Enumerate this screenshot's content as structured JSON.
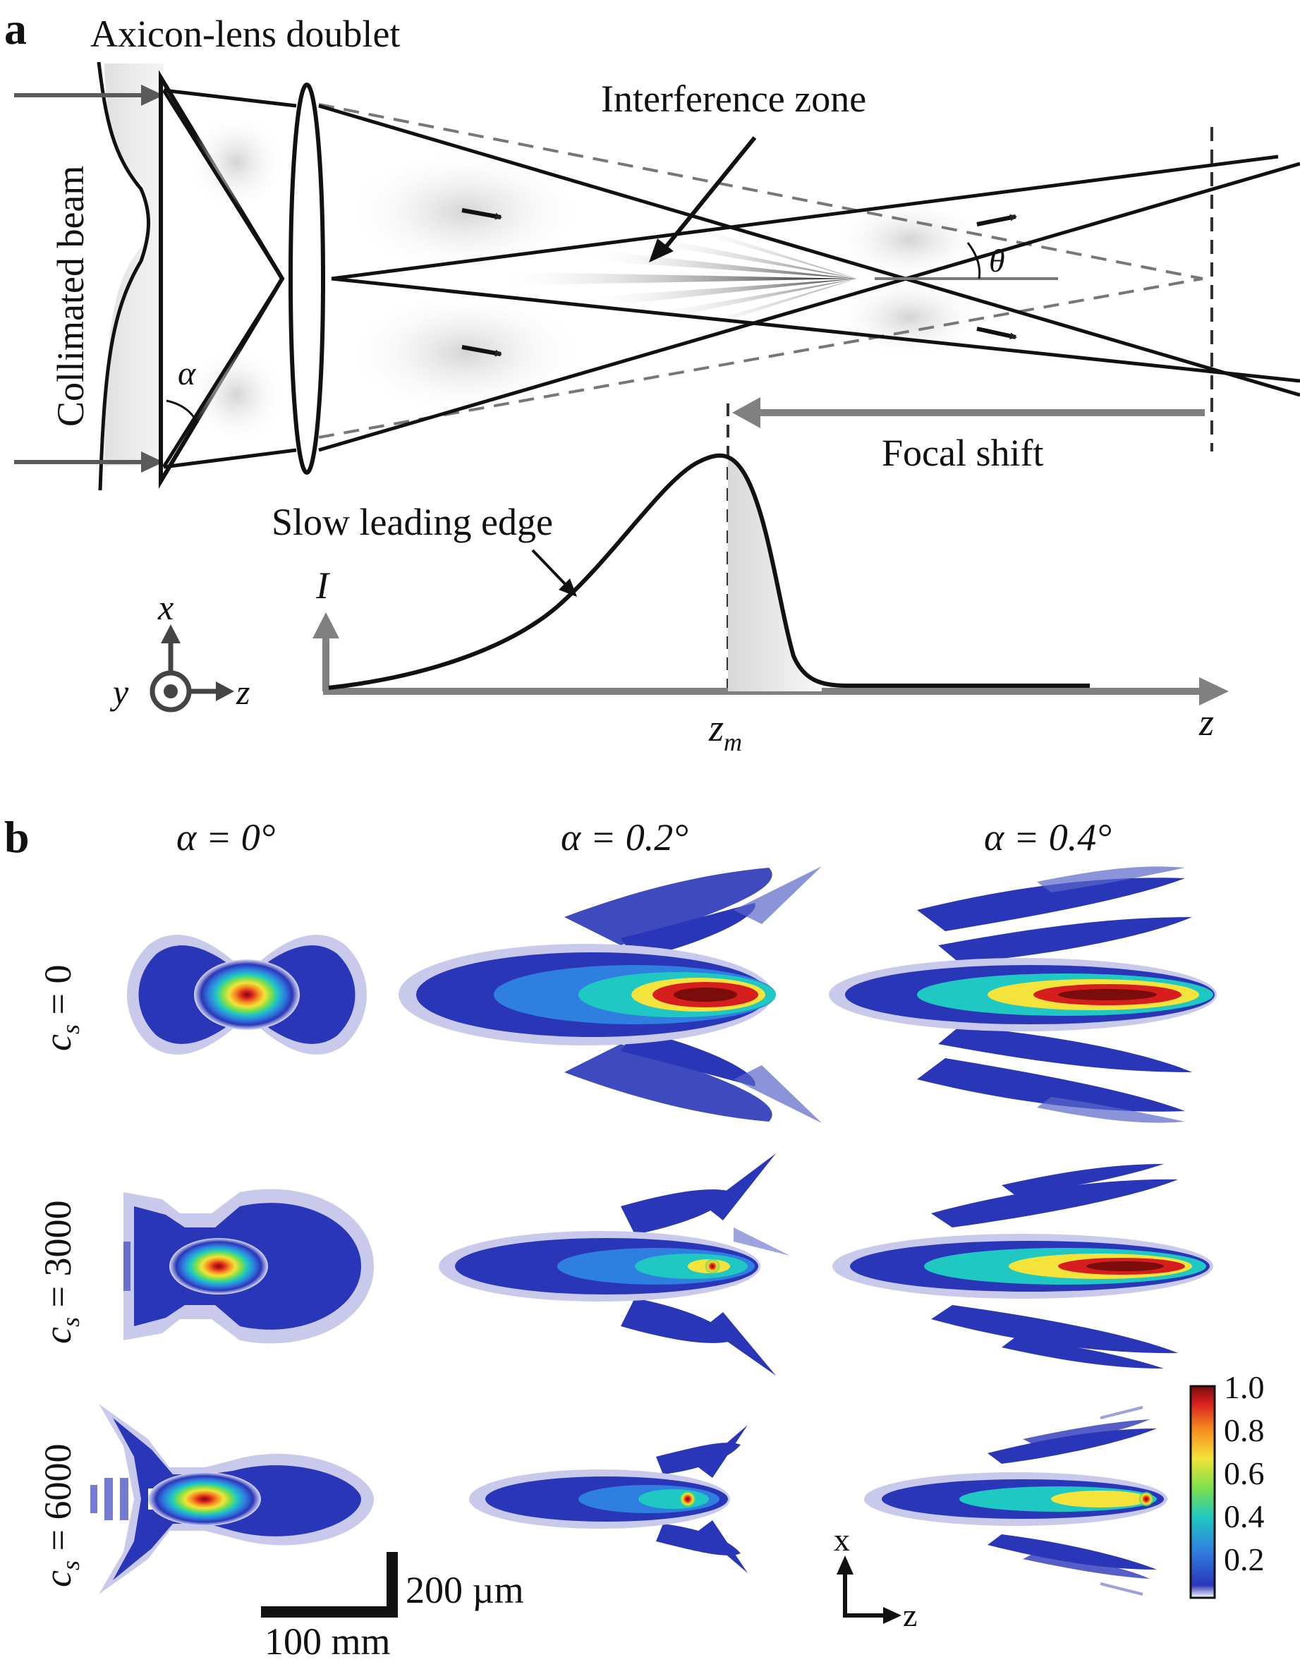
{
  "panel_a": {
    "letter": "a",
    "doublet_label": "Axicon-lens doublet",
    "beam_label": "Collimated beam",
    "interference_label": "Interference zone",
    "focal_shift_label": "Focal shift",
    "leading_edge_label": "Slow leading edge",
    "alpha_symbol": "α",
    "theta_symbol": "θ",
    "intensity_axis": "I",
    "z_axis": "z",
    "zm_main": "z",
    "zm_sub": "m",
    "coord_x": "x",
    "coord_y": "y",
    "coord_z": "z"
  },
  "panel_b": {
    "letter": "b",
    "col_headers": [
      "α = 0°",
      "α = 0.2°",
      "α = 0.4°"
    ],
    "row_headers": [
      {
        "sym": "c",
        "sub": "s",
        "rest": " = 0"
      },
      {
        "sym": "c",
        "sub": "s",
        "rest": " = 3000"
      },
      {
        "sym": "c",
        "sub": "s",
        "rest": " = 6000"
      }
    ],
    "scalebar_vertical": "200 µm",
    "scalebar_horizontal": "100 mm",
    "axes_x": "x",
    "axes_z": "z",
    "colorbar_ticks": [
      "1.0",
      "0.8",
      "0.6",
      "0.4",
      "0.2"
    ],
    "colormap": [
      "#ffffff",
      "#2a36b8",
      "#2f7fe0",
      "#1fc8c2",
      "#7de04a",
      "#f4e33a",
      "#f58a1f",
      "#d61e1e",
      "#7a0c0c"
    ]
  }
}
